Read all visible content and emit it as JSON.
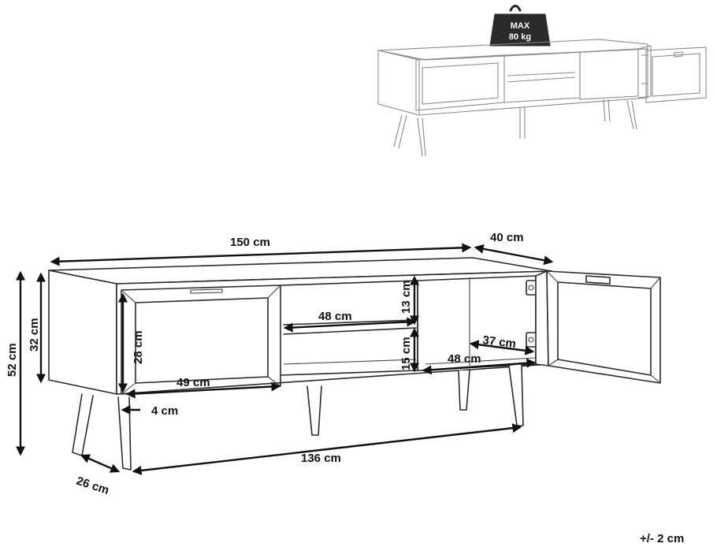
{
  "weight_badge": {
    "line1": "MAX",
    "line2": "80 kg",
    "icon": "weight-icon"
  },
  "dimensions": {
    "width": "150 cm",
    "depth": "40 cm",
    "total_height": "52 cm",
    "body_height": "32 cm",
    "door_height": "28 cm",
    "door_width": "49 cm",
    "shelf_upper_width": "48 cm",
    "shelf_upper_height": "13 cm",
    "shelf_lower_height": "15 cm",
    "cabinet_width": "48 cm",
    "cabinet_depth": "37 cm",
    "leg_offset": "4 cm",
    "leg_span": "136 cm",
    "leg_depth": "26 cm"
  },
  "tolerance": "+/- 2 cm"
}
